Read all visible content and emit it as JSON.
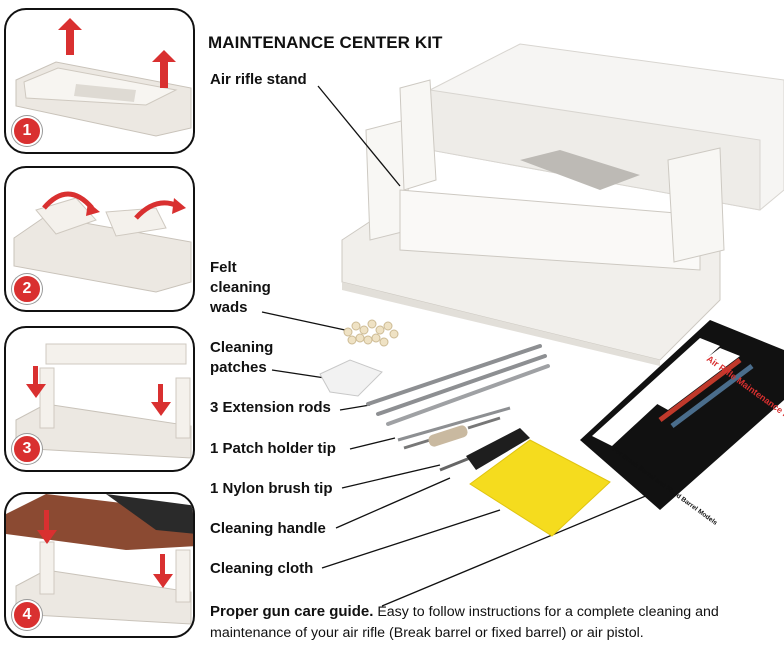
{
  "title": "MAINTENANCE CENTER KIT",
  "steps": [
    {
      "number": "1"
    },
    {
      "number": "2"
    },
    {
      "number": "3"
    },
    {
      "number": "4"
    }
  ],
  "labels": {
    "air_rifle_stand": "Air rifle stand",
    "felt_wads": "Felt\ncleaning\nwads",
    "patches": "Cleaning\npatches",
    "extension_rods": "3 Extension rods",
    "patch_holder": "1 Patch holder tip",
    "nylon_brush": "1 Nylon brush tip",
    "handle": "Cleaning handle",
    "cloth": "Cleaning cloth"
  },
  "guide": {
    "bold": "Proper gun care guide.",
    "text": " Easy to follow instructions for a complete cleaning and maintenance of your air rifle (Break barrel or fixed barrel) or air pistol."
  },
  "manual": {
    "title": "Air Rifle Maintenance Manual",
    "subtitle": "For Break Barrel and Fixed Barrel Models"
  },
  "colors": {
    "arrow_red": "#d93030",
    "badge_red": "#d93030",
    "cloth_yellow": "#f5dc1e",
    "manual_black": "#111111"
  }
}
